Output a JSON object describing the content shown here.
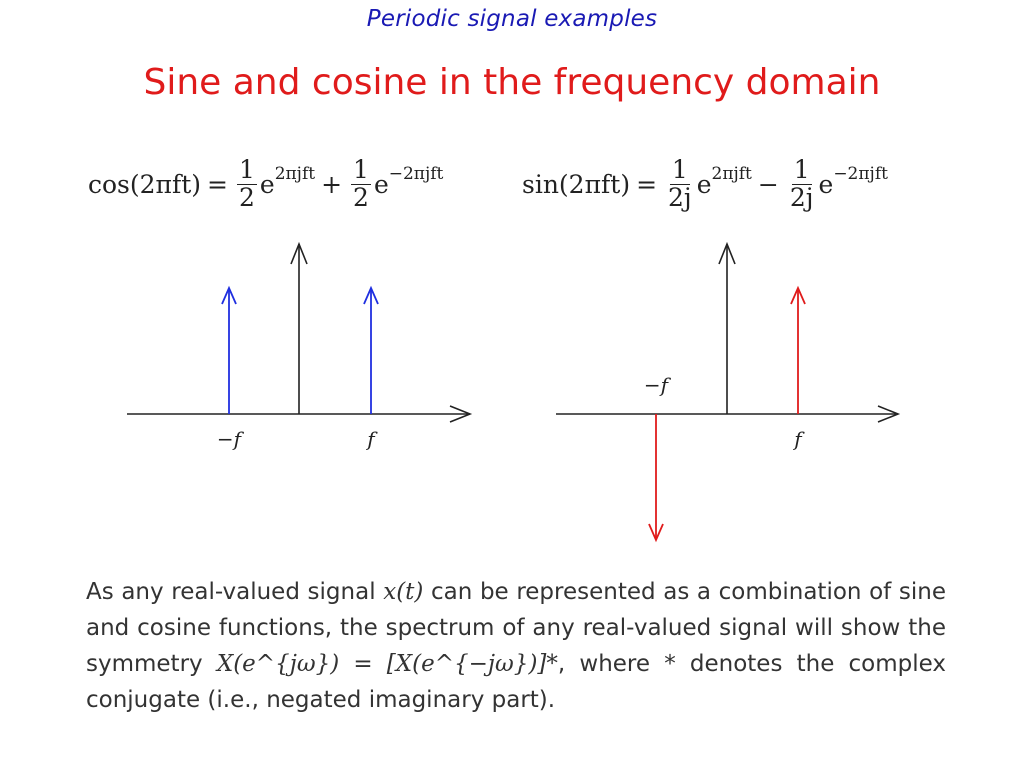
{
  "header": {
    "text": "Periodic signal examples"
  },
  "title": {
    "text": "Sine and cosine in the frequency domain"
  },
  "equations": {
    "cos": {
      "lhs": "cos(2πft)",
      "eq": "=",
      "t1_num": "1",
      "t1_den": "2",
      "t1_base": "e",
      "t1_exp": "2πjft",
      "op": "+",
      "t2_num": "1",
      "t2_den": "2",
      "t2_base": "e",
      "t2_exp": "−2πjft"
    },
    "sin": {
      "lhs": "sin(2πft)",
      "eq": "=",
      "t1_num": "1",
      "t1_den": "2j",
      "t1_base": "e",
      "t1_exp": "2πjft",
      "op": "−",
      "t2_num": "1",
      "t2_den": "2j",
      "t2_base": "e",
      "t2_exp": "−2πjft"
    }
  },
  "diagrams": {
    "cos": {
      "neg_label": "−f",
      "pos_label": "f",
      "neg_amplitude": 0.5,
      "pos_amplitude": 0.5,
      "color": "#1f2fe0"
    },
    "sin": {
      "neg_label": "−f",
      "pos_label": "f",
      "neg_amplitude": -0.5,
      "pos_amplitude": 0.5,
      "color": "#e01b1b"
    },
    "axis_color": "#222222"
  },
  "paragraph": {
    "part1": "As any real-valued signal ",
    "math1": "x(t)",
    "part2": " can be represented as a combination of sine and cosine functions, the spectrum of any real-valued signal will show the symmetry ",
    "math2": "X(e^{jω}) = [X(e^{−jω})]*",
    "part3": ", where * denotes the complex conjugate (i.e., negated imaginary part)."
  },
  "colors": {
    "header": "#1a1ab4",
    "title": "#e01b1b"
  }
}
